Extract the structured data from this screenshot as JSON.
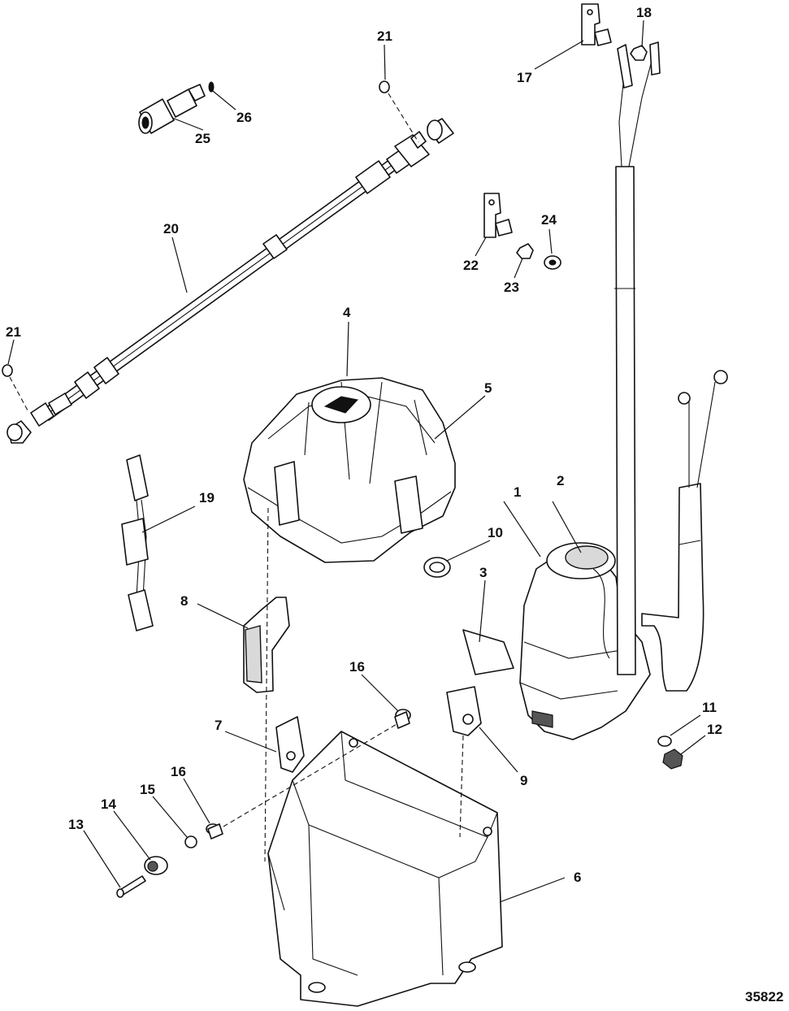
{
  "diagram": {
    "drawing_number": "35822",
    "callouts": {
      "c1": "1",
      "c2": "2",
      "c3": "3",
      "c4": "4",
      "c5": "5",
      "c6": "6",
      "c7": "7",
      "c8": "8",
      "c9": "9",
      "c10": "10",
      "c11": "11",
      "c12": "12",
      "c13": "13",
      "c14": "14",
      "c15": "15",
      "c16a": "16",
      "c16b": "16",
      "c17": "17",
      "c18": "18",
      "c19": "19",
      "c20": "20",
      "c21a": "21",
      "c21b": "21",
      "c22": "22",
      "c23": "23",
      "c24": "24",
      "c25": "25",
      "c26": "26"
    }
  }
}
